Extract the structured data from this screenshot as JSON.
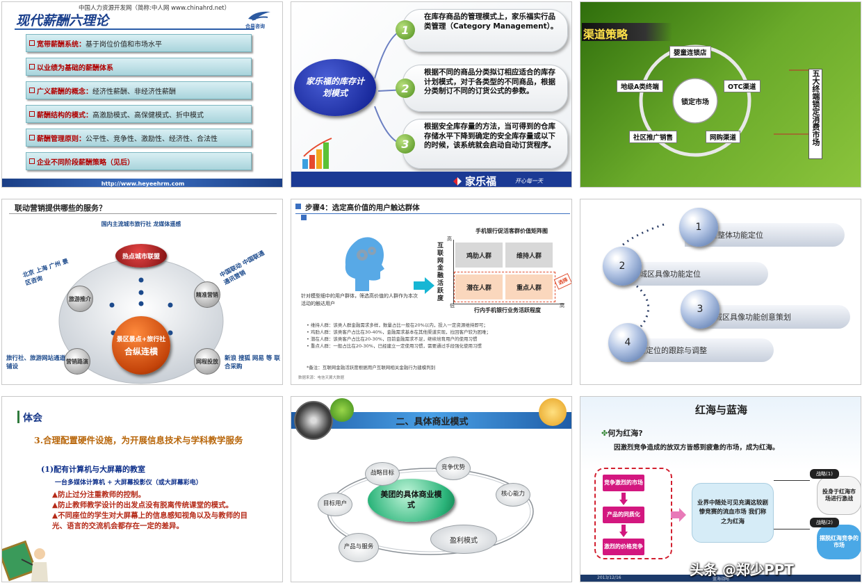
{
  "watermark": "头条 @郑少PPT",
  "s1": {
    "header": "中国人力资源开发网（简称:中人网 www.chinahrd.net）",
    "title": "现代薪酬六理论",
    "logo": "合易咨询",
    "items": [
      {
        "key": "宽带薪酬系统：",
        "text": "基于岗位价值和市场水平"
      },
      {
        "key": "以业绩为基础的薪酬体系",
        "text": ""
      },
      {
        "key": "广义薪酬的概念：",
        "text": "经济性薪酬、非经济性薪酬"
      },
      {
        "key": "薪酬结构的模式：",
        "text": "高激励模式、高保健模式、折中模式"
      },
      {
        "key": "薪酬管理原则：",
        "text": "公平性、竞争性、激励性、经济性、合法性"
      },
      {
        "key": "企业不同阶段薪酬策略（见后）",
        "text": ""
      }
    ],
    "footer": "http://www.heyeehrm.com"
  },
  "s2": {
    "oval": "家乐福的库存计划模式",
    "items": [
      {
        "num": "1",
        "text": "在库存商品的管理模式上，家乐福实行品类管理（Category Management）。"
      },
      {
        "num": "2",
        "text": "根据不同的商品分类拟订相应适合的库存计划模式，对于各类型的不同商品，根据分类制订不同的订货公式的参数。"
      },
      {
        "num": "3",
        "text": "根据安全库存量的方法，当可得到的仓库存储水平下降到确定的安全库存量或以下的时候，该系统就会启动自动订货程序。"
      }
    ],
    "brand": "家乐福",
    "slogan": "开心每一天"
  },
  "s3": {
    "title": "渠道策略",
    "center": "锁定市场",
    "nodes": [
      "婴童连锁店",
      "OTC渠道",
      "网购渠道",
      "社区推广销售",
      "地级A类终端"
    ],
    "side": "五大终端锁定消费市场"
  },
  "s4": {
    "title": "联动营销提供哪些的服务？",
    "top": "国内主流城市旅行社 龙媒体遥感",
    "hot": "热点城市联盟",
    "center": [
      "景区景点+旅行社",
      "合纵连横"
    ],
    "nodes": [
      "旅游推介",
      "精准营销",
      "营销路演",
      "网程投放"
    ],
    "labels": [
      "北京 上海 广州 景区咨询",
      "中国联动 中国联通 通讯营销",
      "旅行社、旅游网站通道铺设",
      "新浪 搜狐 网易 等 联合采购"
    ]
  },
  "s5": {
    "title": "步骤4：选定高价值的用户触达群体",
    "matrix_title": "手机银行促活客群价值矩阵图",
    "yaxis": "互联网金融活跃度",
    "y_high": "高",
    "y_low": "低",
    "x_high": "高",
    "xaxis": "行内手机银行业务活跃程度",
    "cells": [
      "鸡肋人群",
      "维持人群",
      "潜在人群",
      "重点人群"
    ],
    "choose": "选择",
    "desc": "针对模型细中的用户群体，筛选高价值的人群作为本次活动的触达用户",
    "list": [
      "• 维持人群：该类人群金融需求多样，数量占比一般在20%以内，投入一定资源维持即可；",
      "• 鸡肋人群：该类客户占比在30-40%，金融需求基本在其他渠道实现，拉回客户较为困难；",
      "• 潜在人群：该类客户占比在20-30%，目前金融需求不足，继续培育用户的使用习惯",
      "• 重点人群：一般占比在20-30%，已经建立一定使用习惯，需要通过手段强化使用习惯"
    ],
    "note": "*备注：互联网金融活跃度根据用户互联网相关金融行为建模判别",
    "source": "数据来源：电信天翼大数据"
  },
  "s6": {
    "items": [
      {
        "num": "1",
        "text": "新城区整体功能定位"
      },
      {
        "num": "2",
        "text": "新城区具像功能定位"
      },
      {
        "num": "3",
        "text": "新城区具像功能创意策划"
      },
      {
        "num": "4",
        "text": "功能定位的跟踪与调整"
      }
    ]
  },
  "s7": {
    "title": "体会",
    "heading": "3.合理配置硬件设施，为开展信息技术与学科教学服务",
    "sub": "(1)配有计算机与大屏幕的教室",
    "line": "一台多媒体计算机 + 大屏幕投影仪（或大屏幕彩电）",
    "bullets": [
      "▲防止过分注重教师的控制。",
      "▲防止教师教学设计的出发点没有脱离传统课堂的模式。",
      "▲不同座位的学生对大屏幕上的信息感知视角以及与教师的目光、语言的交流机会都存在一定的差异。"
    ]
  },
  "s8": {
    "title": "二、具体商业模式",
    "center": "美团的具体商业模式",
    "nodes": [
      "战略目标",
      "竞争优势",
      "核心能力",
      "盈利模式",
      "产品与服务",
      "目标用户"
    ]
  },
  "s9": {
    "title": "红海与蓝海",
    "question": "何为红海?",
    "def": "因激烈竞争造成的放双方皆感到疲惫的市场，成为红海。",
    "steps": [
      "竞争激烈的市场",
      "产品的同质化",
      "激烈的价格竞争"
    ],
    "mid": "业界中随处可见充满这较剧惨竞赛的流血市场 我们称之为红海",
    "r1_tag": "战略(1)",
    "r1": "投身于红海市场进行激战",
    "r2_tag": "战略(2)",
    "r2": "摆脱红海竞争的市场",
    "footer_date": "2013/12/16",
    "footer_mid": "蓝海战略"
  }
}
